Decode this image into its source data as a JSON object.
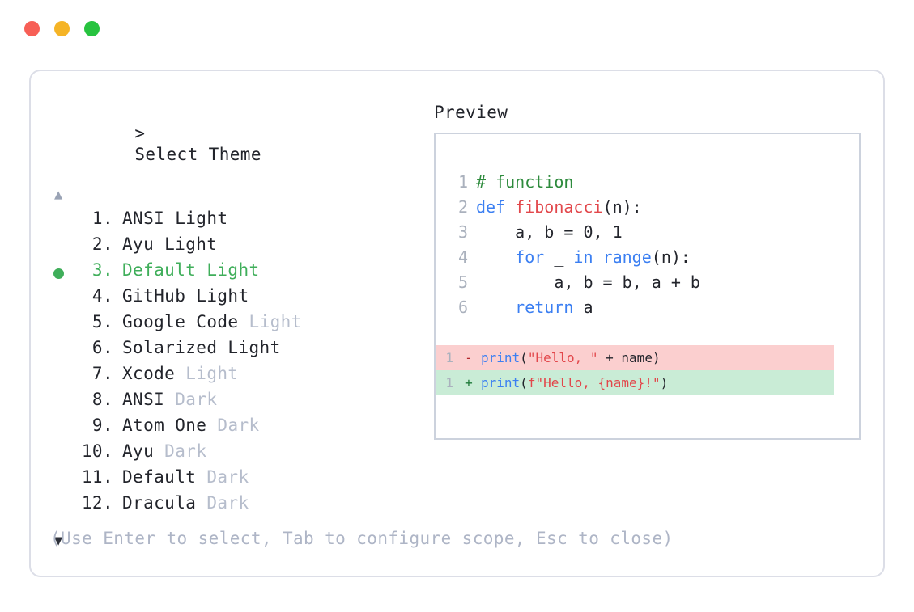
{
  "window": {
    "traffic_lights": [
      {
        "name": "close",
        "color": "#f75f56"
      },
      {
        "name": "minimize",
        "color": "#f5b426"
      },
      {
        "name": "maximize",
        "color": "#27c33f"
      }
    ]
  },
  "picker": {
    "prompt_caret": ">",
    "prompt_label": "Select Theme",
    "scroll_up_glyph": "▲",
    "scroll_down_glyph": "▼",
    "selected_index": 3,
    "items": [
      {
        "index": "1.",
        "name": "ANSI Light",
        "variant": "",
        "selected": false
      },
      {
        "index": "2.",
        "name": "Ayu Light",
        "variant": "",
        "selected": false
      },
      {
        "index": "3.",
        "name": "Default Light",
        "variant": "",
        "selected": true
      },
      {
        "index": "4.",
        "name": "GitHub Light",
        "variant": "",
        "selected": false
      },
      {
        "index": "5.",
        "name": "Google Code",
        "variant": "Light",
        "selected": false
      },
      {
        "index": "6.",
        "name": "Solarized Light",
        "variant": "",
        "selected": false
      },
      {
        "index": "7.",
        "name": "Xcode",
        "variant": "Light",
        "selected": false
      },
      {
        "index": "8.",
        "name": "ANSI",
        "variant": "Dark",
        "selected": false
      },
      {
        "index": "9.",
        "name": "Atom One",
        "variant": "Dark",
        "selected": false
      },
      {
        "index": "10.",
        "name": "Ayu",
        "variant": "Dark",
        "selected": false
      },
      {
        "index": "11.",
        "name": "Default",
        "variant": "Dark",
        "selected": false
      },
      {
        "index": "12.",
        "name": "Dracula",
        "variant": "Dark",
        "selected": false
      }
    ]
  },
  "preview": {
    "title": "Preview",
    "code_lines": [
      {
        "number": "1",
        "tokens": [
          {
            "text": "# function",
            "kind": "comment"
          }
        ]
      },
      {
        "number": "2",
        "tokens": [
          {
            "text": "def ",
            "kind": "keyword"
          },
          {
            "text": "fibonacci",
            "kind": "func"
          },
          {
            "text": "(n):",
            "kind": "plain"
          }
        ]
      },
      {
        "number": "3",
        "tokens": [
          {
            "text": "    a, b = 0, 1",
            "kind": "plain"
          }
        ]
      },
      {
        "number": "4",
        "tokens": [
          {
            "text": "    ",
            "kind": "plain"
          },
          {
            "text": "for",
            "kind": "keyword"
          },
          {
            "text": " _ ",
            "kind": "plain"
          },
          {
            "text": "in",
            "kind": "keyword"
          },
          {
            "text": " ",
            "kind": "plain"
          },
          {
            "text": "range",
            "kind": "keyword"
          },
          {
            "text": "(n):",
            "kind": "plain"
          }
        ]
      },
      {
        "number": "5",
        "tokens": [
          {
            "text": "        a, b = b, a + b",
            "kind": "plain"
          }
        ]
      },
      {
        "number": "6",
        "tokens": [
          {
            "text": "    ",
            "kind": "plain"
          },
          {
            "text": "return",
            "kind": "keyword"
          },
          {
            "text": " a",
            "kind": "plain"
          }
        ]
      }
    ],
    "diff_lines": [
      {
        "number": "1",
        "marker": "-",
        "type": "del",
        "tokens": [
          {
            "text": "print",
            "kind": "keyword"
          },
          {
            "text": "(",
            "kind": "plain"
          },
          {
            "text": "\"Hello, \"",
            "kind": "string"
          },
          {
            "text": " + name)",
            "kind": "plain"
          }
        ]
      },
      {
        "number": "1",
        "marker": "+",
        "type": "add",
        "tokens": [
          {
            "text": "print",
            "kind": "keyword"
          },
          {
            "text": "(",
            "kind": "plain"
          },
          {
            "text": "f\"Hello, {name}!\"",
            "kind": "string"
          },
          {
            "text": ")",
            "kind": "plain"
          }
        ]
      }
    ]
  },
  "footer": {
    "hint": "(Use Enter to select, Tab to configure scope, Esc to close)"
  }
}
